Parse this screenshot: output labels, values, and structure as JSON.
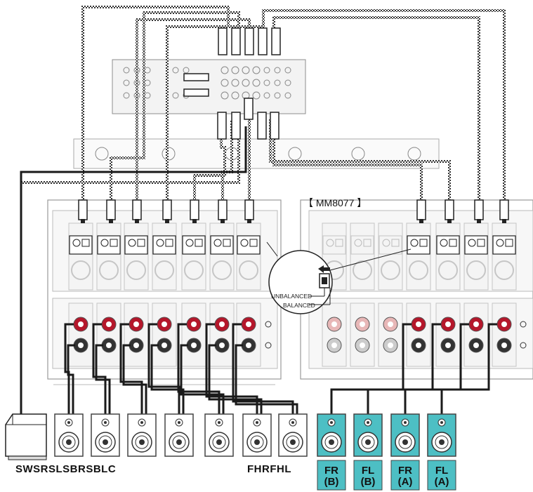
{
  "model_label": "【 MM8077 】",
  "callout": {
    "unbalanced_label": "UNBALANCED",
    "balanced_label": "BALANCED"
  },
  "left_amp_speaker_labels": "SWSRSLSBRSBLC",
  "fh_labels": "FHRFHL",
  "highlight_speakers": [
    {
      "line1": "FR",
      "line2": "(B)"
    },
    {
      "line1": "FL",
      "line2": "(B)"
    },
    {
      "line1": "FR",
      "line2": "(A)"
    },
    {
      "line1": "FL",
      "line2": "(A)"
    }
  ],
  "colors": {
    "highlight_speaker": "#4dbfc4",
    "cable_dark": "#1a1a1a",
    "red_terminal": "#b5172b",
    "panel_line": "#9a9a9a"
  }
}
